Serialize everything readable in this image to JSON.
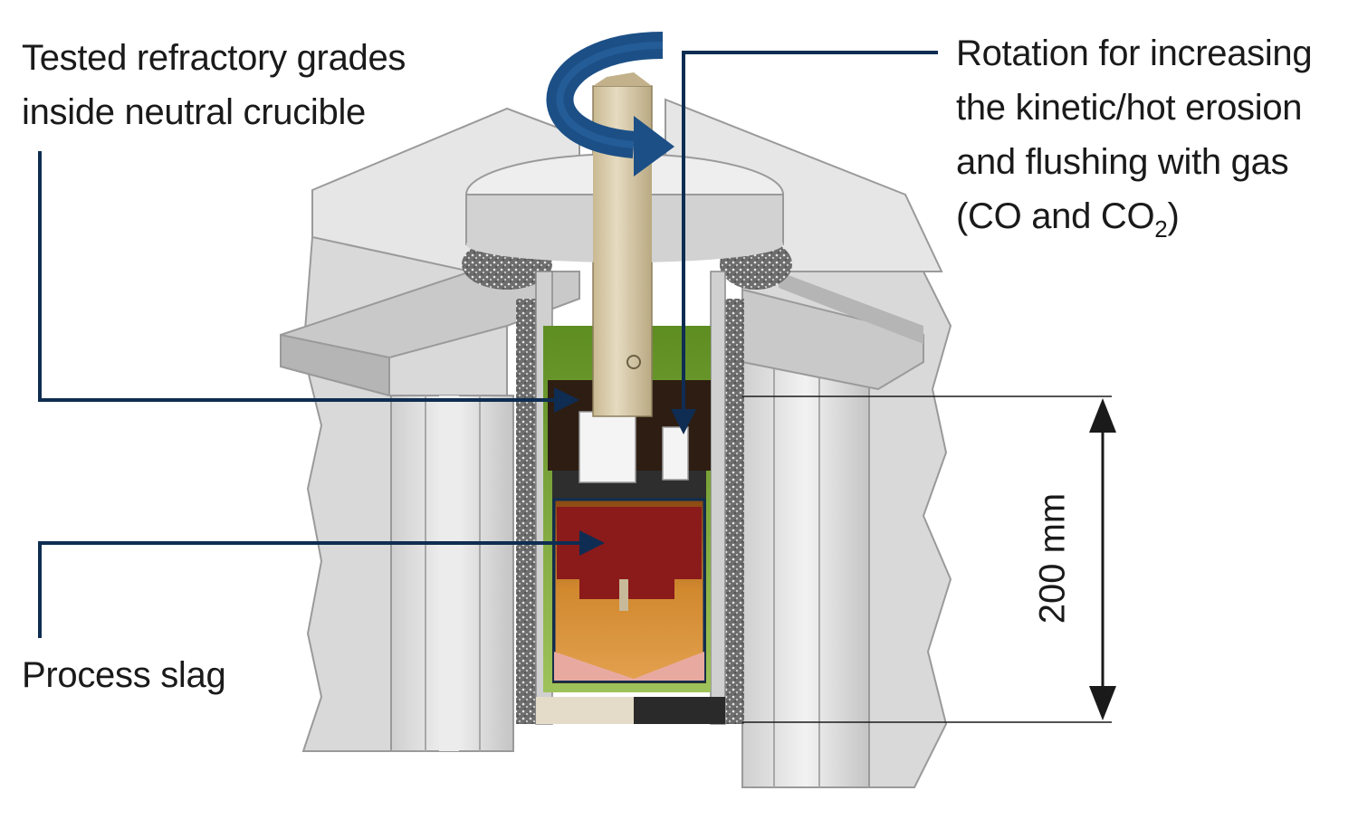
{
  "labels": {
    "tested_line1": "Tested refractory grades",
    "tested_line2": "inside neutral crucible",
    "rotation_line1": "Rotation for increasing",
    "rotation_line2": "the kinetic/hot erosion",
    "rotation_line3": "and flushing with gas",
    "rotation_line4_pre": "(CO and CO",
    "rotation_line4_sub": "2",
    "rotation_line4_post": ")",
    "process_slag": "Process slag",
    "dimension": "200 mm"
  },
  "colors": {
    "leader_line": "#0f2d52",
    "furnace_grey": "#d9d9d9",
    "furnace_grey_dark": "#b5b5b5",
    "shaft": "#d7c9a8",
    "slag": "#c87a2a",
    "refractory_red": "#8b1a1a",
    "crucible_green": "#7aa23a",
    "rotation_arrow": "#1c4f86"
  },
  "icons": [
    "rotation-arrow-icon",
    "dimension-arrow-icon"
  ]
}
